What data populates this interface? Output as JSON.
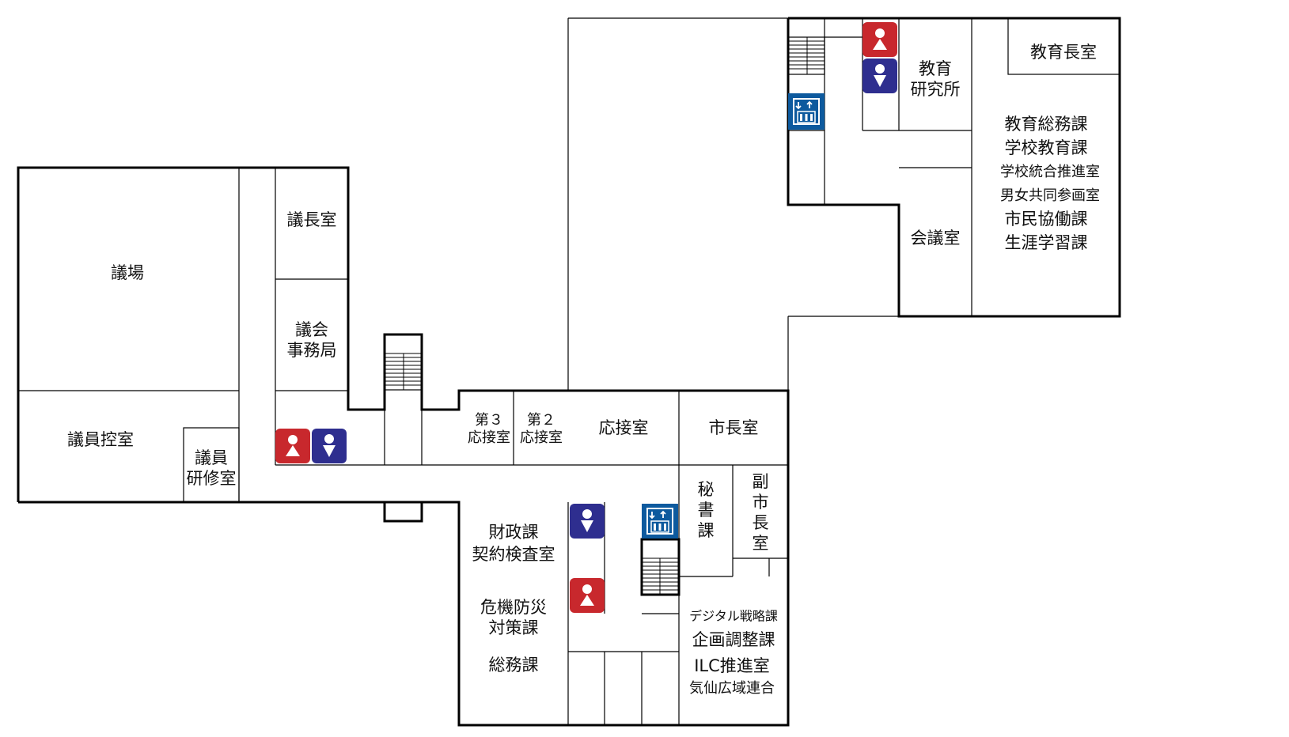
{
  "rooms": {
    "gijo": "議場",
    "giin_hikaeshitsu": "議員控室",
    "giin_kenshushitsu": [
      "議員",
      "研修室"
    ],
    "gichoshitsu": "議長室",
    "gikai_jimukyoku": [
      "議会",
      "事務局"
    ],
    "dai3_osetsushitsu": [
      "第３",
      "応接室"
    ],
    "dai2_osetsushitsu": [
      "第２",
      "応接室"
    ],
    "osetsushitsu": "応接室",
    "shichoshitsu": "市長室",
    "hishoka": [
      "秘",
      "書",
      "課"
    ],
    "fukushicho": [
      "副",
      "市",
      "長",
      "室"
    ],
    "zaiseika": [
      "財政課",
      "契約検査室"
    ],
    "kikibosai": [
      "危機防災",
      "対策課"
    ],
    "somuka": "総務課",
    "digital_senryaku": "デジタル戦略課",
    "kikaku_chosei": "企画調整課",
    "ilc": "ILC推進室",
    "kesen": "気仙広域連合",
    "kyoiku_kenkyujo": [
      "教育",
      "研究所"
    ],
    "kyoikuchoshitsu": "教育長室",
    "kaigishitsu": "会議室",
    "kyoiku_somu": "教育総務課",
    "gakko_kyoiku": "学校教育課",
    "gakko_togo": "学校統合推進室",
    "danjo_kyodo": "男女共同参画室",
    "shimin_kyodo": "市民協働課",
    "shogai_gakushu": "生涯学習課"
  },
  "icons": {
    "womens_restroom": "womens-restroom-icon",
    "mens_restroom": "mens-restroom-icon",
    "elevator": "elevator-icon",
    "stairs": "stairs-icon"
  },
  "colors": {
    "women": "#c8282d",
    "men": "#2e2e8f",
    "elevator": "#0d5a9e",
    "wall": "#000000"
  }
}
